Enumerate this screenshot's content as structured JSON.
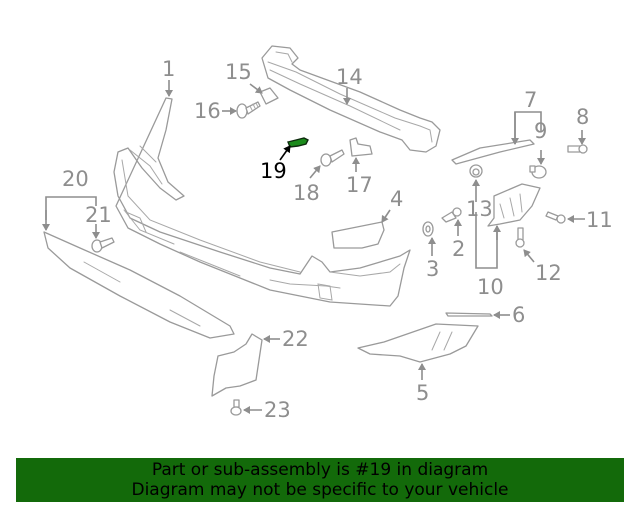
{
  "diagram": {
    "highlighted_part": "19",
    "highlight_color": "#1a8a1a",
    "label_color": "#8e8e8e",
    "callouts": [
      {
        "id": "1",
        "label": "1"
      },
      {
        "id": "2",
        "label": "2"
      },
      {
        "id": "3",
        "label": "3"
      },
      {
        "id": "4",
        "label": "4"
      },
      {
        "id": "5",
        "label": "5"
      },
      {
        "id": "6",
        "label": "6"
      },
      {
        "id": "7",
        "label": "7"
      },
      {
        "id": "8",
        "label": "8"
      },
      {
        "id": "9",
        "label": "9"
      },
      {
        "id": "10",
        "label": "10"
      },
      {
        "id": "11",
        "label": "11"
      },
      {
        "id": "12",
        "label": "12"
      },
      {
        "id": "13",
        "label": "13"
      },
      {
        "id": "14",
        "label": "14"
      },
      {
        "id": "15",
        "label": "15"
      },
      {
        "id": "16",
        "label": "16"
      },
      {
        "id": "17",
        "label": "17"
      },
      {
        "id": "18",
        "label": "18"
      },
      {
        "id": "19",
        "label": "19"
      },
      {
        "id": "20",
        "label": "20"
      },
      {
        "id": "21",
        "label": "21"
      },
      {
        "id": "22",
        "label": "22"
      },
      {
        "id": "23",
        "label": "23"
      }
    ]
  },
  "banner": {
    "line1": "Part or sub-assembly is #19 in diagram",
    "line2": "Diagram may not be specific to your vehicle",
    "background": "#136a0a"
  }
}
